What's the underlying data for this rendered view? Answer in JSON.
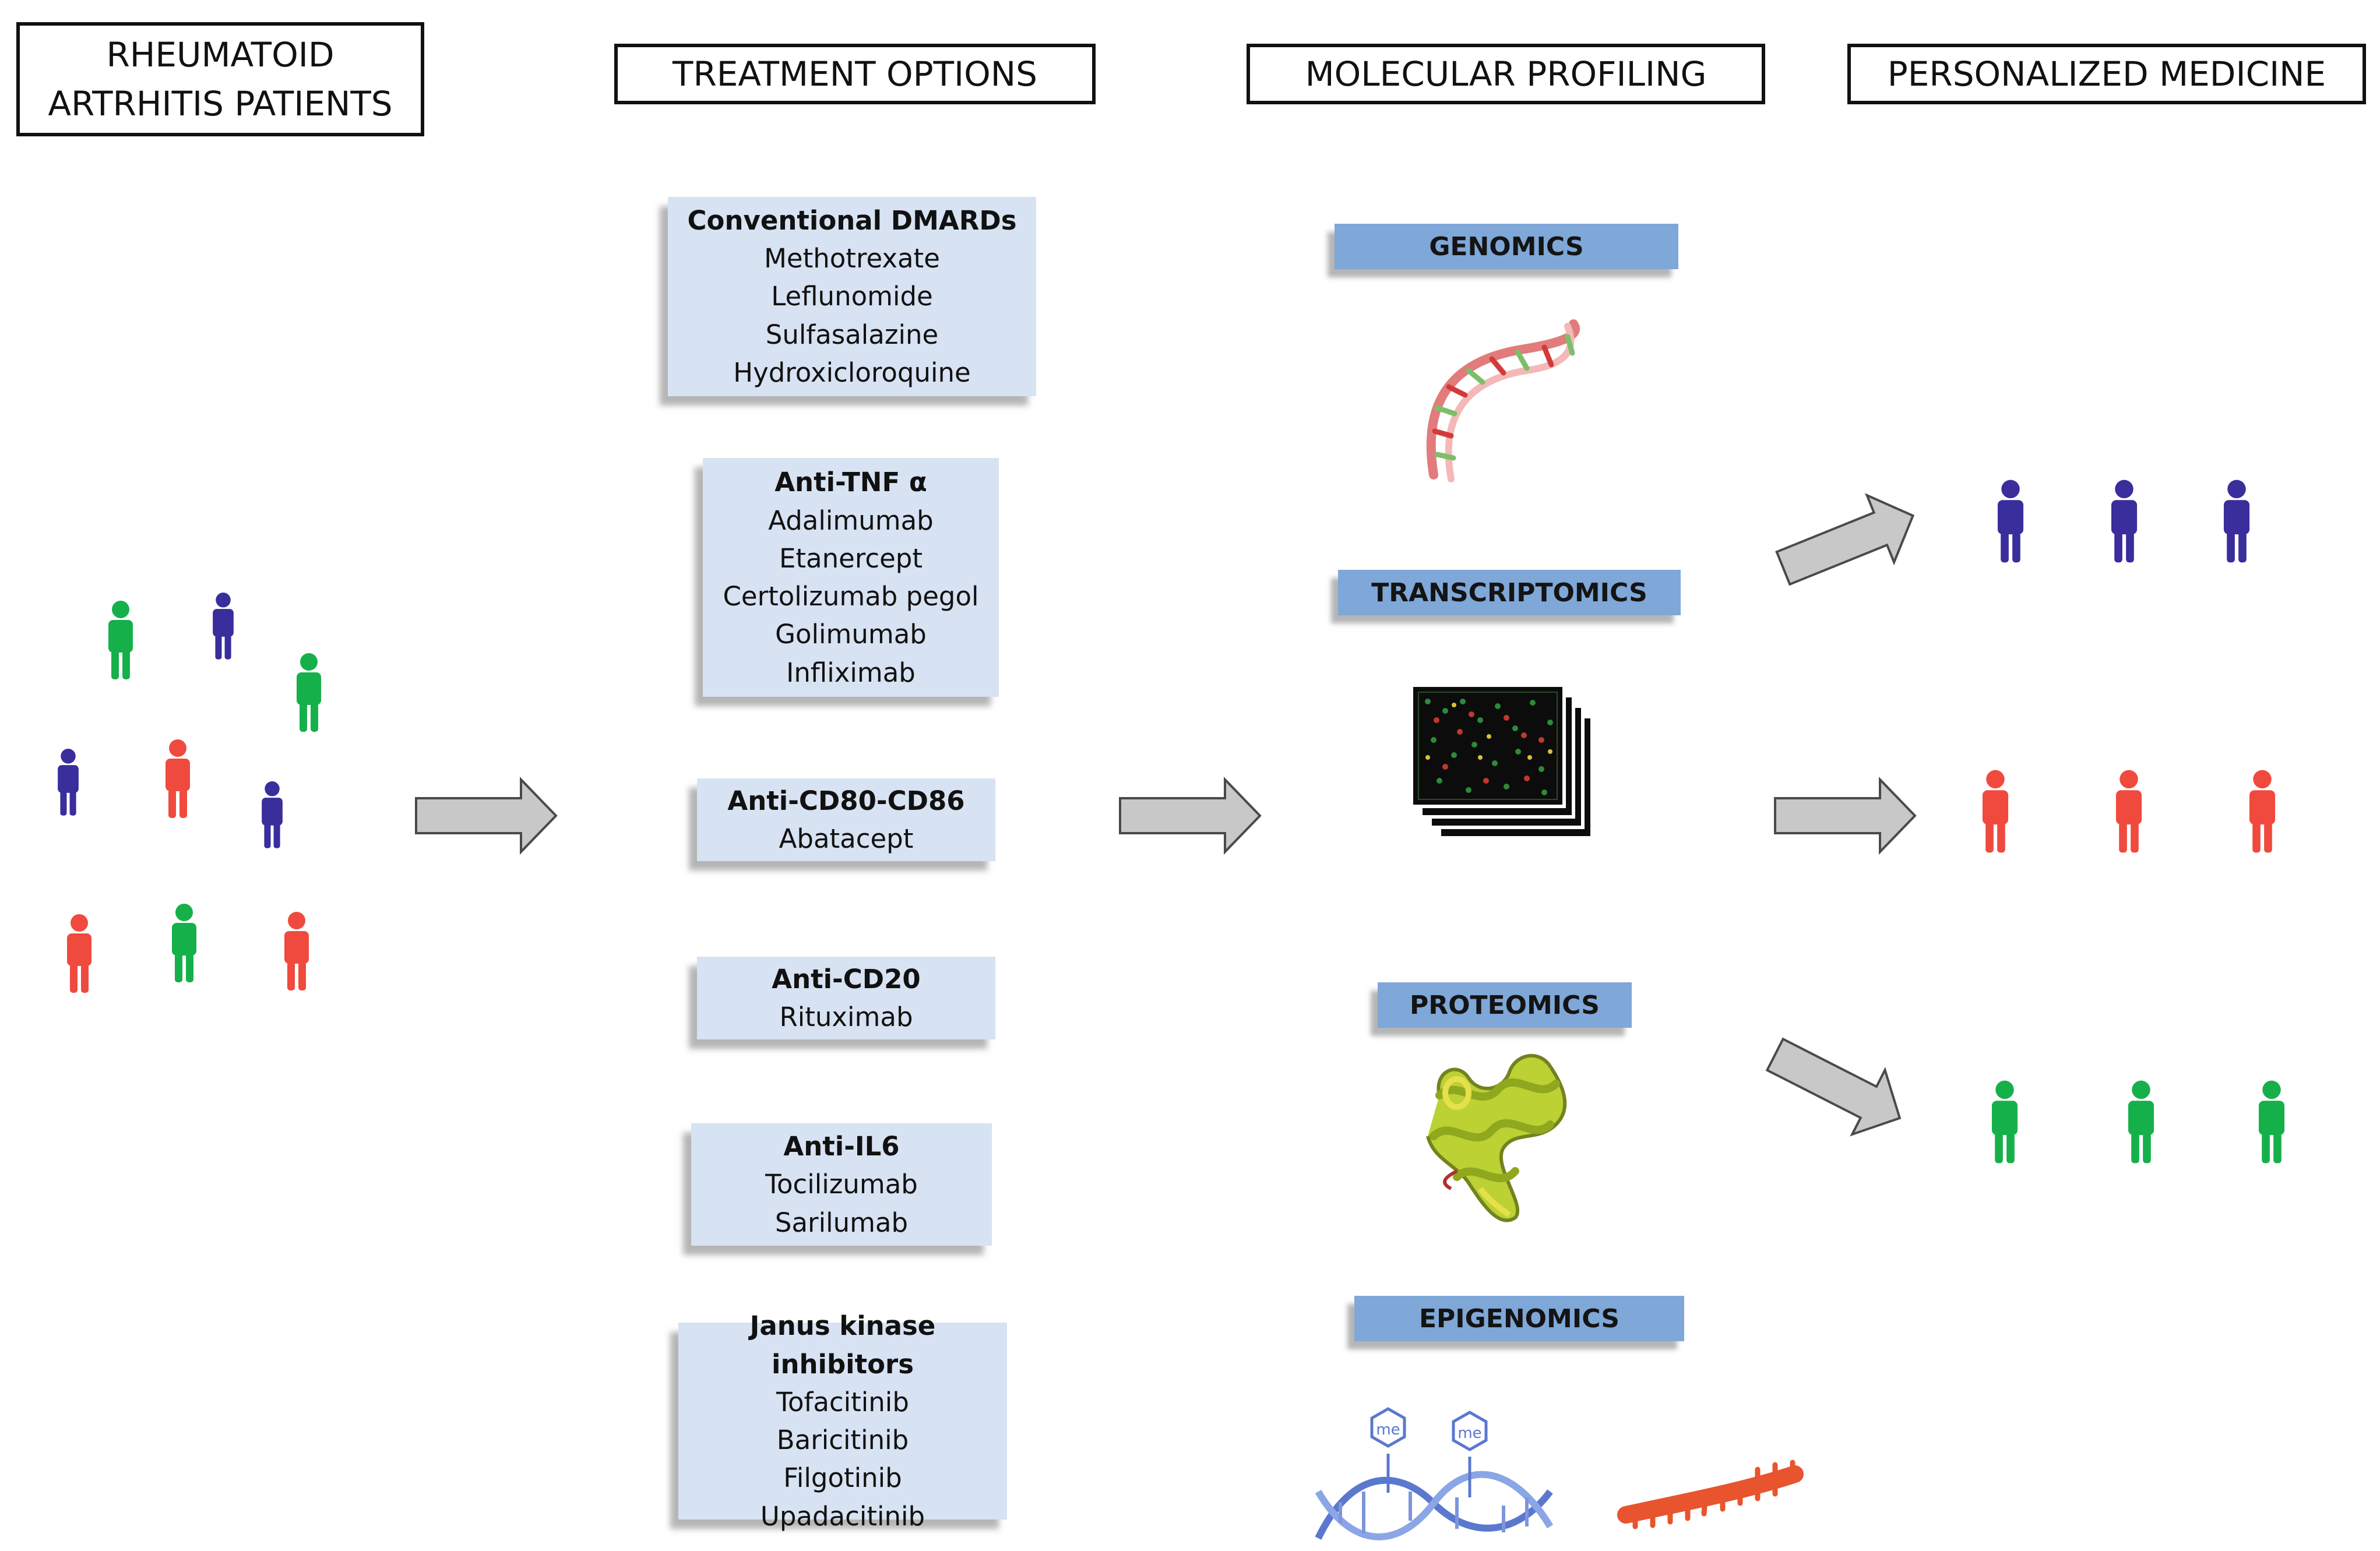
{
  "columns": {
    "patients": "RHEUMATOID\nARTRHITIS PATIENTS",
    "treatment": "TREATMENT OPTIONS",
    "profiling": "MOLECULAR PROFILING",
    "personalized": "PERSONALIZED MEDICINE"
  },
  "treatments": [
    {
      "title": "Conventional DMARDs",
      "drugs": [
        "Methotrexate",
        "Leflunomide",
        "Sulfasalazine",
        "Hydroxicloroquine"
      ]
    },
    {
      "title": "Anti-TNF α",
      "drugs": [
        "Adalimumab",
        "Etanercept",
        "Certolizumab pegol",
        "Golimumab",
        "Infliximab"
      ]
    },
    {
      "title": "Anti-CD80-CD86",
      "drugs": [
        "Abatacept"
      ]
    },
    {
      "title": "Anti-CD20",
      "drugs": [
        "Rituximab"
      ]
    },
    {
      "title": "Anti-IL6",
      "drugs": [
        "Tocilizumab",
        "Sarilumab"
      ]
    },
    {
      "title": "Janus kinase inhibitors",
      "drugs": [
        "Tofacitinib",
        "Baricitinib",
        "Filgotinib",
        "Upadacitinib"
      ]
    }
  ],
  "omics": [
    "GENOMICS",
    "TRANSCRIPTOMICS",
    "PROTEOMICS",
    "EPIGENOMICS"
  ],
  "methyl_tag": "me",
  "colors": {
    "blue": "#3a2d9c",
    "red": "#f04a3e",
    "green": "#16b04a",
    "box": "#d7e2f2",
    "omic": "#7fa7d8",
    "arrow": "#c8c8c8"
  }
}
